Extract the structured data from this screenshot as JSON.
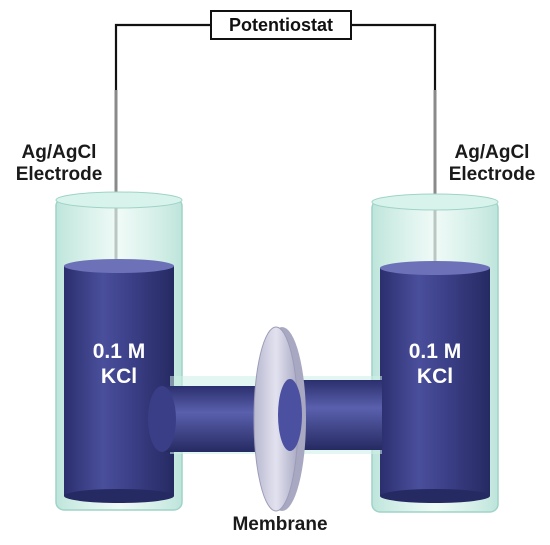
{
  "potentiostat": {
    "label": "Potentiostat"
  },
  "electrode_left": {
    "line1": "Ag/AgCl",
    "line2": "Electrode"
  },
  "electrode_right": {
    "line1": "Ag/AgCl",
    "line2": "Electrode"
  },
  "solution_left": {
    "line1": "0.1 M",
    "line2": "KCl"
  },
  "solution_right": {
    "line1": "0.1 M",
    "line2": "KCl"
  },
  "membrane": {
    "label": "Membrane"
  },
  "colors": {
    "electrolyte": "#3b3f8a",
    "glass": "#cdeee6",
    "membrane": "#c9c9dc",
    "wire": "#111111"
  }
}
